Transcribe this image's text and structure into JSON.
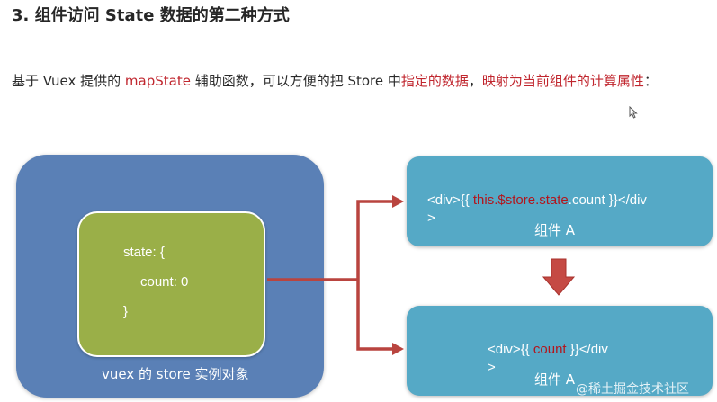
{
  "heading": "3. 组件访问 State 数据的第二种方式",
  "description": {
    "part1": "基于 Vuex 提供的 ",
    "fn": "mapState",
    "part2": " 辅助函数，可以方便的把 Store 中",
    "highlight1": "指定的数据",
    "sep": "，",
    "highlight2": "映射为当前组件的计算属性",
    "end": "："
  },
  "store_box": {
    "state_open": "state: {",
    "count_line": "count: 0",
    "state_close": "}",
    "label": "vuex 的 store 实例对象"
  },
  "component_top": {
    "code_prefix": "<div>{{ ",
    "code_highlight": "this.$store.state",
    "code_suffix": ".count }}</div",
    "code_wrap": ">",
    "name": "组件 A"
  },
  "component_bottom": {
    "code_prefix": "<div>{{ ",
    "code_highlight": "count",
    "code_suffix": " }}</div",
    "code_wrap": ">",
    "name": "组件 A"
  },
  "watermark": "@稀土掘金技术社区",
  "colors": {
    "store": "#5a80b6",
    "state": "#9aaf48",
    "component": "#55a9c6",
    "arrow": "#b9443f",
    "highlight": "#c0262e"
  }
}
